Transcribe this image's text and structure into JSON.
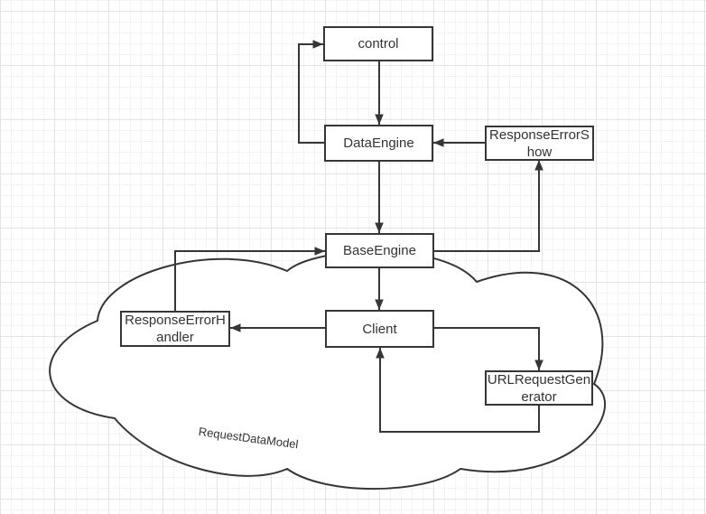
{
  "canvas": {
    "background_color": "#ffffff",
    "grid_minor_color": "#f3f3f3",
    "grid_major_color": "#e3e3e3",
    "stroke_color": "#363636",
    "text_color": "#333333"
  },
  "nodes": {
    "control": {
      "label": "control",
      "line1": "control"
    },
    "data_engine": {
      "label": "DataEngine",
      "line1": "DataEngine"
    },
    "response_error_show": {
      "label": "ResponseErrorShow",
      "line1": "ResponseErrorS",
      "line2": "how"
    },
    "base_engine": {
      "label": "BaseEngine",
      "line1": "BaseEngine"
    },
    "client": {
      "label": "Client",
      "line1": "Client"
    },
    "response_error_handler": {
      "label": "ResponseErrorHandler",
      "line1": "ResponseErrorH",
      "line2": "andler"
    },
    "url_request_generator": {
      "label": "URLRequestGenerator",
      "line1": "URLRequestGen",
      "line2": "erator"
    }
  },
  "cloud": {
    "label": "RequestDataModel",
    "contains": [
      "ResponseErrorHandler",
      "Client",
      "URLRequestGenerator"
    ]
  },
  "edges": [
    {
      "from": "DataEngine",
      "to": "control"
    },
    {
      "from": "control",
      "to": "DataEngine"
    },
    {
      "from": "ResponseErrorShow",
      "to": "DataEngine"
    },
    {
      "from": "DataEngine",
      "to": "BaseEngine"
    },
    {
      "from": "BaseEngine",
      "to": "ResponseErrorShow"
    },
    {
      "from": "ResponseErrorHandler",
      "to": "BaseEngine"
    },
    {
      "from": "BaseEngine",
      "to": "Client"
    },
    {
      "from": "Client",
      "to": "ResponseErrorHandler"
    },
    {
      "from": "Client",
      "to": "URLRequestGenerator"
    },
    {
      "from": "URLRequestGenerator",
      "to": "Client"
    }
  ]
}
